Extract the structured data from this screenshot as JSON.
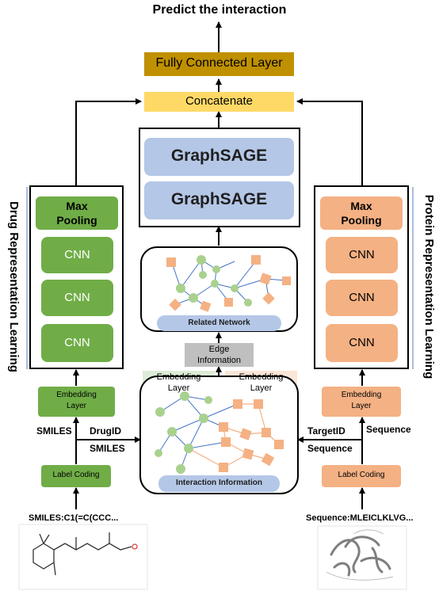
{
  "title": "Predict the interaction",
  "fc_layer": "Fully Connected Layer",
  "concatenate": "Concatenate",
  "graphsage": [
    "GraphSAGE",
    "GraphSAGE"
  ],
  "related_network": "Related Network",
  "edge_information": [
    "Edge",
    "Information"
  ],
  "interaction_information": "Interaction Information",
  "embedding_layer_center": [
    "Embedding",
    "Layer"
  ],
  "drug": {
    "side_label": "Drug Representation Learning",
    "max_pooling": [
      "Max",
      "Pooling"
    ],
    "cnn": [
      "CNN",
      "CNN",
      "CNN"
    ],
    "embedding_layer": [
      "Embedding",
      "Layer"
    ],
    "smiles_label": "SMILES",
    "drugid_label": "DrugID",
    "smiles_label_2": "SMILES",
    "label_coding": "Label Coding",
    "input_text": "SMILES:C1(=C(CCC..."
  },
  "protein": {
    "side_label": "Protein Representation Learning",
    "max_pooling": [
      "Max",
      "Pooling"
    ],
    "cnn": [
      "CNN",
      "CNN",
      "CNN"
    ],
    "embedding_layer": [
      "Embedding",
      "Layer"
    ],
    "targetid_label": "TargetID",
    "sequence_label": "Sequence",
    "sequence_label_2": "Sequence",
    "label_coding": "Label Coding",
    "input_text": "Sequence:MLEICLKLVG..."
  },
  "colors": {
    "drug_green": "#70ad47",
    "drug_green_light": "#a9d18e",
    "protein_orange": "#f4b183",
    "protein_orange_dark": "#f0a070",
    "graph_blue": "#b4c7e7",
    "concat_yellow": "#ffd966",
    "fc_gold": "#bf9000",
    "edge_gray": "#bfbfbf",
    "link_blue": "#4472c4"
  }
}
